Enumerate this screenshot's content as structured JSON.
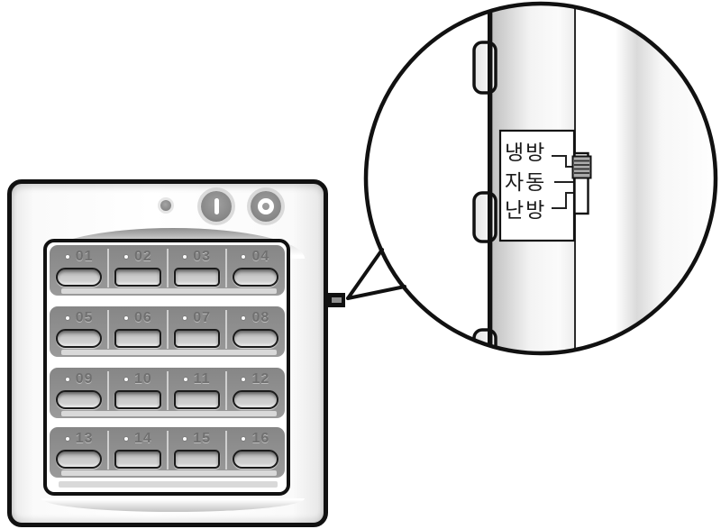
{
  "top_controls": {
    "status_led_icon": "status-led-icon",
    "on_button_icon": "power-on-bar-icon",
    "off_button_icon": "power-off-ring-icon"
  },
  "keypad": {
    "rows": [
      {
        "cells": [
          {
            "num": "01"
          },
          {
            "num": "02"
          },
          {
            "num": "03"
          },
          {
            "num": "04"
          }
        ]
      },
      {
        "cells": [
          {
            "num": "05"
          },
          {
            "num": "06"
          },
          {
            "num": "07"
          },
          {
            "num": "08"
          }
        ]
      },
      {
        "cells": [
          {
            "num": "09"
          },
          {
            "num": "10"
          },
          {
            "num": "11"
          },
          {
            "num": "12"
          }
        ]
      },
      {
        "cells": [
          {
            "num": "13"
          },
          {
            "num": "14"
          },
          {
            "num": "15"
          },
          {
            "num": "16"
          }
        ]
      }
    ]
  },
  "callout": {
    "mode_switch": {
      "labels": [
        {
          "text": "냉방"
        },
        {
          "text": "자동"
        },
        {
          "text": "난방"
        }
      ],
      "selected_mode": "냉방",
      "knob_icon": "slide-switch-knob-icon"
    }
  },
  "colors": {
    "outline": "#111111",
    "panel_gray": "#8f8f8f",
    "button_face": "#cccccc",
    "strip_gray": "#d9d9d9",
    "number_text": "#707070",
    "label_text": "#1a1a1a"
  }
}
